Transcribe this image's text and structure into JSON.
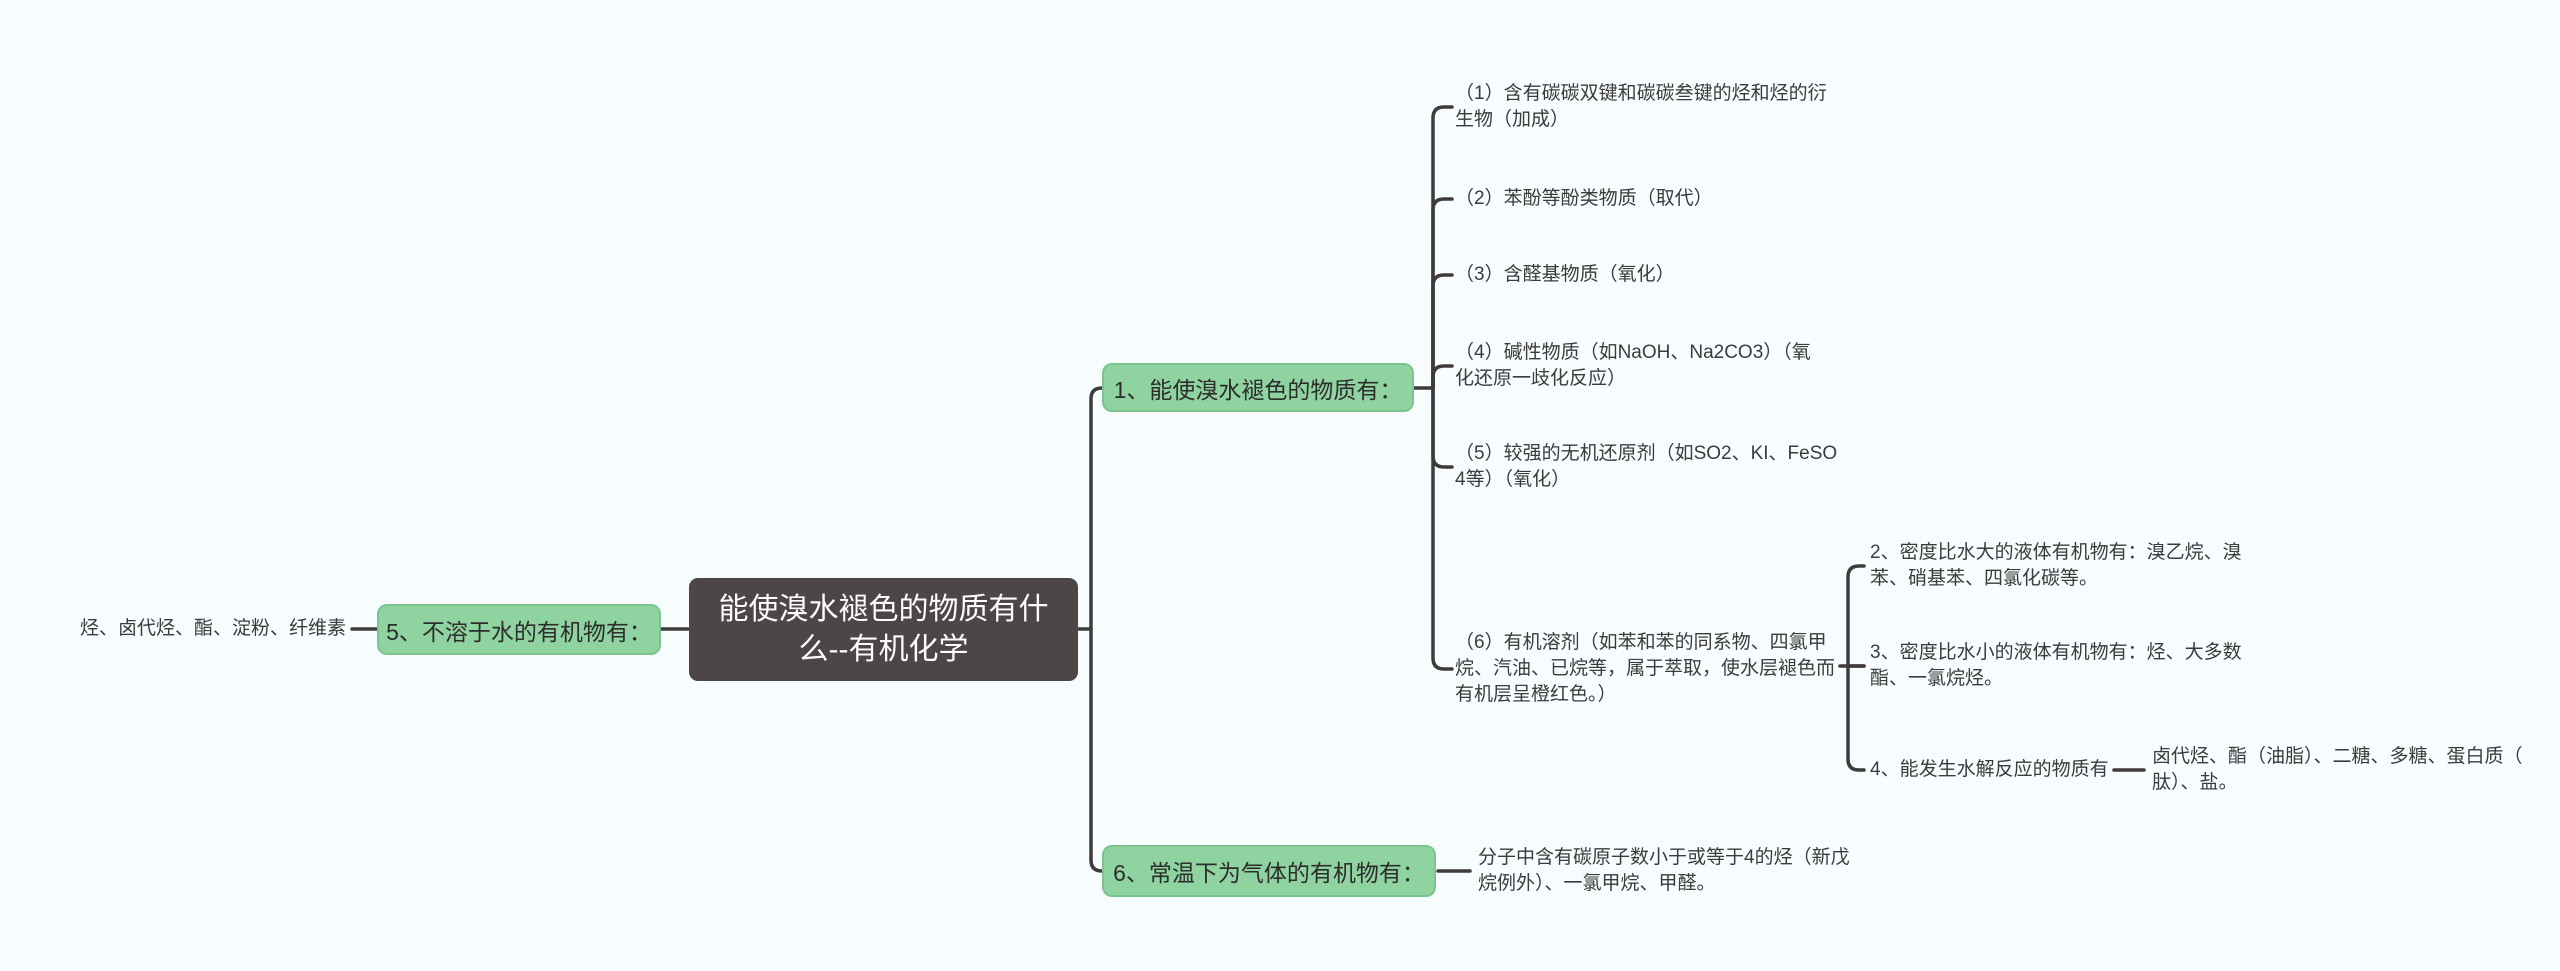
{
  "colors": {
    "background": "#f7fdfe",
    "branch_fill": "#8fd4a0",
    "branch_border": "#7cc48e",
    "root_fill": "#4c4746",
    "root_text": "#fcfcfc",
    "connector_line": "#3f3b3a",
    "leaf_text": "#3b3b3b"
  },
  "mindmap": {
    "root": {
      "label": "能使溴水褪色的物质有什\n么--有机化学"
    },
    "branch5": {
      "label": "5、不溶于水的有机物有：",
      "leaf": "烃、卤代烃、酯、淀粉、纤维素"
    },
    "branch1": {
      "label": "1、能使溴水褪色的物质有：",
      "items": {
        "item1": "（1）含有碳碳双键和碳碳叁键的烃和烃的衍\n生物（加成）",
        "item2": "（2）苯酚等酚类物质（取代）",
        "item3": "（3）含醛基物质（氧化）",
        "item4": "（4）碱性物质（如NaOH、Na2CO3）（氧\n化还原一歧化反应）",
        "item5": "（5）较强的无机还原剂（如SO2、KI、FeSO\n4等）（氧化）",
        "item6": "（6）有机溶剂（如苯和苯的同系物、四氯甲\n烷、汽油、已烷等，属于萃取，使水层褪色而\n有机层呈橙红色。）"
      },
      "solvent_children": {
        "density_greater": "2、密度比水大的液体有机物有：溴乙烷、溴\n苯、硝基苯、四氯化碳等。",
        "density_less": "3、密度比水小的液体有机物有：烃、大多数\n酯、一氯烷烃。",
        "hydrolysis_label": "4、能发生水解反应的物质有",
        "hydrolysis_leaf": "卤代烃、酯（油脂）、二糖、多糖、蛋白质（\n肽）、盐。"
      }
    },
    "branch6": {
      "label": "6、常温下为气体的有机物有：",
      "leaf": "分子中含有碳原子数小于或等于4的烃（新戊\n烷例外）、一氯甲烷、甲醛。"
    }
  }
}
